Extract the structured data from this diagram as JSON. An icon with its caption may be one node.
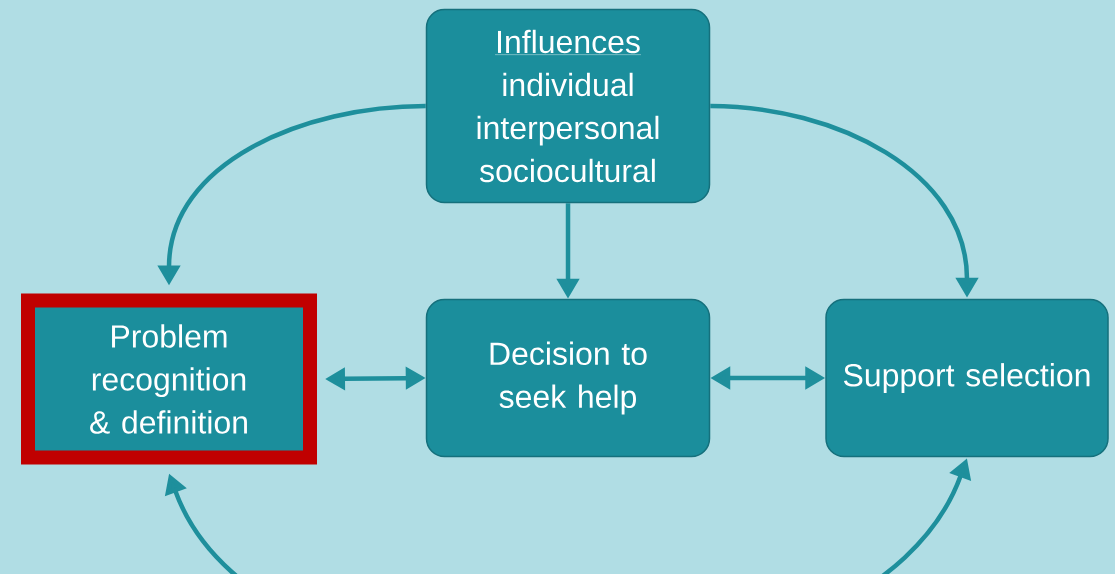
{
  "diagram": {
    "nodes": [
      {
        "text": [
          "Influences",
          "individual interpersonal sociocultural"
        ]
      },
      {
        "text": [
          "Problem recognition & definition"
        ]
      },
      {
        "text": [
          "Decision to seek help"
        ]
      },
      {
        "text": [
          "Support selection"
        ]
      }
    ],
    "edges": [
      {
        "from": 0,
        "to": 1,
        "arrow": "to"
      },
      {
        "from": 0,
        "to": 2,
        "arrow": "to"
      },
      {
        "from": 0,
        "to": 3,
        "arrow": "to"
      },
      {
        "from": 1,
        "to": 2,
        "arrow": "both"
      },
      {
        "from": 2,
        "to": 3,
        "arrow": "both"
      },
      {
        "from": 1,
        "to": 3,
        "arrow": "both"
      }
    ]
  }
}
